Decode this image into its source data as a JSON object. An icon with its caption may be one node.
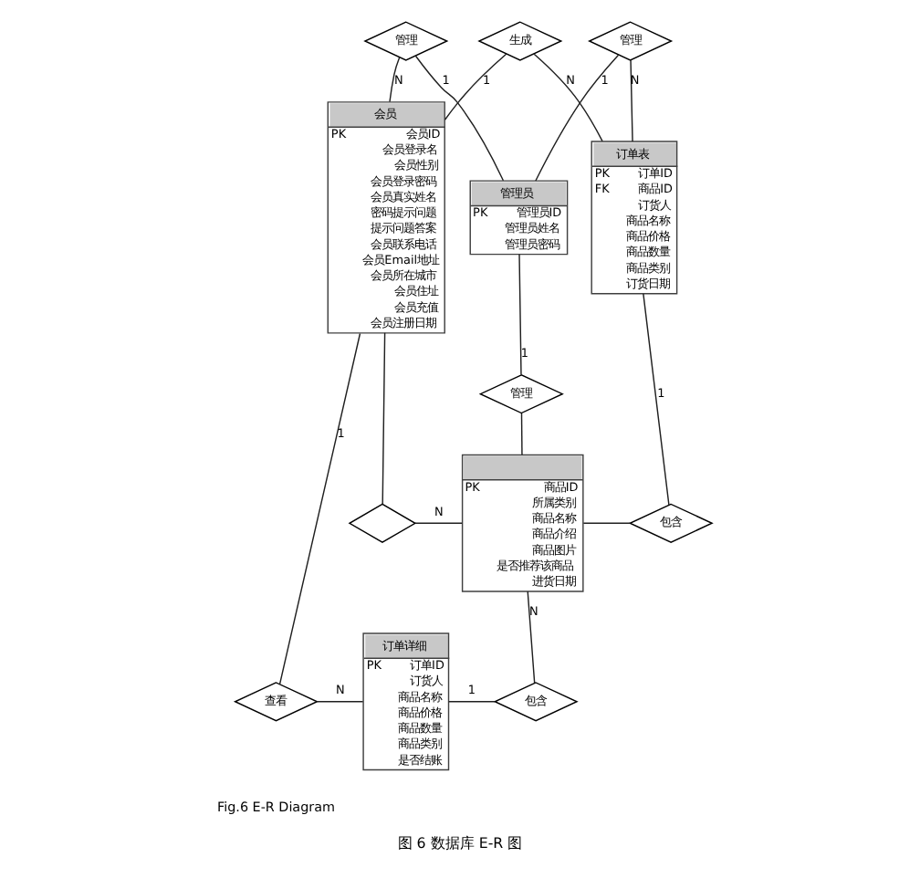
{
  "diagram": {
    "caption": "图 6 数据库 E-R 图",
    "nodes": [
      {
        "text": [
          "生成"
        ]
      },
      {
        "text": [
          "管理"
        ]
      },
      {
        "text": [
          "管理"
        ]
      },
      {
        "text": [
          "会员",
          "PK",
          "会员ID",
          "会员登录名",
          "会员性别",
          "会员登录密码",
          "会员真实姓名",
          "密码提示问题",
          "提示问题答案",
          "会员联系电话",
          "会员Email地址",
          "会员所在城市",
          "会员住址",
          "会员充值",
          "会员注册日期"
        ]
      },
      {
        "text": [
          "管理员",
          "PK",
          "管理员ID",
          "管理员姓名",
          "管理员密码"
        ]
      },
      {
        "text": [
          "订单表",
          "PK",
          "订单ID",
          "FK",
          "商品ID",
          "订货人",
          "商品名称",
          "商品价格",
          "商品数量",
          "商品类别",
          "订货日期"
        ]
      },
      {
        "text": [
          "管理"
        ]
      },
      {
        "text": [
          "PK",
          "商品ID",
          "所属类别",
          "商品名称",
          "商品介绍",
          "商品图片",
          "是否推荐该商品",
          "进货日期"
        ]
      },
      {
        "text": [],
        "shape": "diamond"
      },
      {
        "text": [
          "包含"
        ]
      },
      {
        "text": [
          "订单详细",
          "PK",
          "订单ID",
          "订货人",
          "商品名称",
          "商品价格",
          "商品数量",
          "商品类别",
          "是否结账"
        ]
      },
      {
        "text": [
          "查看"
        ]
      },
      {
        "text": [
          "包含"
        ]
      }
    ],
    "edges": [
      {
        "from": 0,
        "to": 3,
        "arrow": "none",
        "label": "1"
      },
      {
        "from": 0,
        "to": 5,
        "arrow": "none",
        "label": "N"
      },
      {
        "from": 1,
        "to": 3,
        "arrow": "none",
        "label": "N"
      },
      {
        "from": 1,
        "to": 4,
        "arrow": "none",
        "label": "1"
      },
      {
        "from": 2,
        "to": 4,
        "arrow": "none",
        "label": "1"
      },
      {
        "from": 2,
        "to": 5,
        "arrow": "none",
        "label": "N"
      },
      {
        "from": 4,
        "to": 6,
        "arrow": "none",
        "label": "1"
      },
      {
        "from": 6,
        "to": 7,
        "arrow": "none"
      },
      {
        "from": 3,
        "to": 8,
        "arrow": "none"
      },
      {
        "from": 8,
        "to": 7,
        "arrow": "none",
        "label": "N"
      },
      {
        "from": 5,
        "to": 9,
        "arrow": "none",
        "label": "1"
      },
      {
        "from": 7,
        "to": 9,
        "arrow": "none"
      },
      {
        "from": 3,
        "to": 11,
        "arrow": "none",
        "label": "1"
      },
      {
        "from": 11,
        "to": 10,
        "arrow": "none",
        "label": "N"
      },
      {
        "from": 10,
        "to": 12,
        "arrow": "none",
        "label": "1"
      },
      {
        "from": 7,
        "to": 12,
        "arrow": "none",
        "label": "N"
      }
    ],
    "labels": [
      "Fig.6 E-R Diagram"
    ]
  }
}
